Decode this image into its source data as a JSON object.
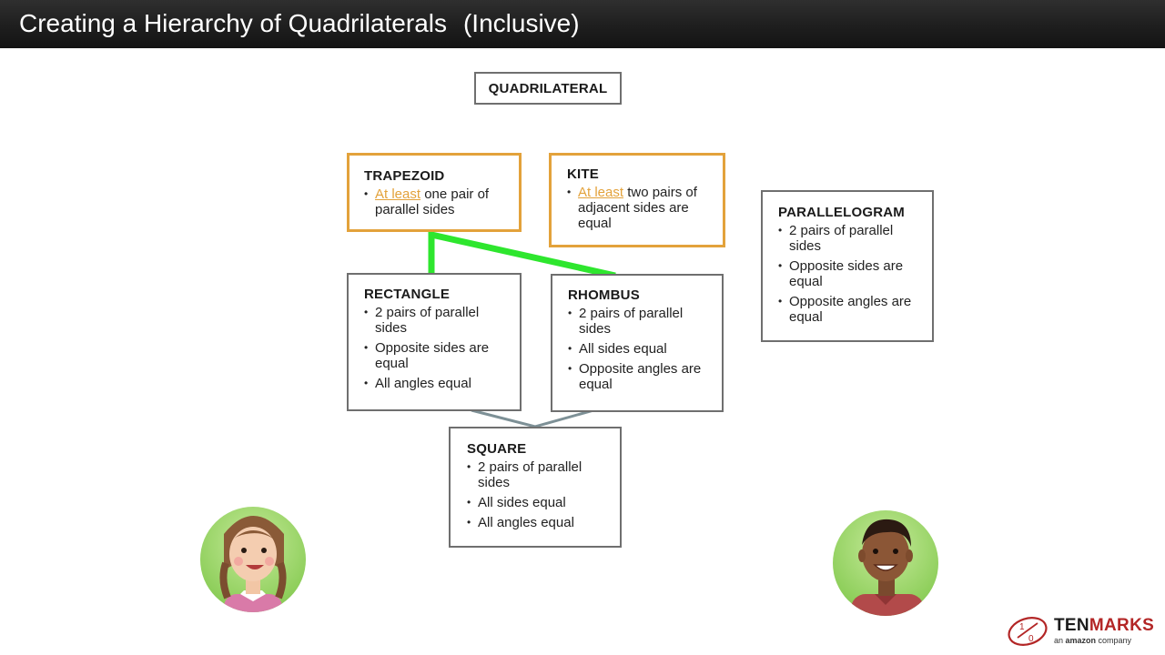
{
  "header": {
    "title": "Creating a Hierarchy of Quadrilaterals",
    "subtitle": "(Inclusive)"
  },
  "diagram": {
    "root": {
      "title": "QUADRILATERAL"
    },
    "trapezoid": {
      "title": "TRAPEZOID",
      "items": [
        {
          "highlight": "At least",
          "text": " one pair of parallel sides"
        }
      ]
    },
    "kite": {
      "title": "KITE",
      "items": [
        {
          "highlight": "At least",
          "text": " two pairs of adjacent sides are equal"
        }
      ]
    },
    "parallelogram": {
      "title": "PARALLELOGRAM",
      "items": [
        "2 pairs of parallel sides",
        "Opposite sides are equal",
        "Opposite angles are equal"
      ]
    },
    "rectangle": {
      "title": "RECTANGLE",
      "items": [
        "2 pairs of parallel sides",
        "Opposite sides are equal",
        "All angles equal"
      ]
    },
    "rhombus": {
      "title": "RHOMBUS",
      "items": [
        "2 pairs of parallel sides",
        "All sides equal",
        "Opposite angles are equal"
      ]
    },
    "square": {
      "title": "SQUARE",
      "items": [
        "2 pairs of parallel sides",
        "All sides equal",
        "All angles equal"
      ]
    }
  },
  "colors": {
    "accent_orange": "#e3a23b",
    "connector_green": "#2ee62e",
    "connector_gray": "#7d9096",
    "title_bar": "#1e1e1e"
  },
  "icons": {
    "girl": "girl-avatar-icon",
    "boy": "boy-avatar-icon",
    "logo": "tenmarks-logo-icon"
  },
  "logo": {
    "brand_prefix": "TEN",
    "brand_suffix": "MARKS",
    "tagline_prefix": "an ",
    "tagline_brand": "amazon",
    "tagline_suffix": " company"
  }
}
